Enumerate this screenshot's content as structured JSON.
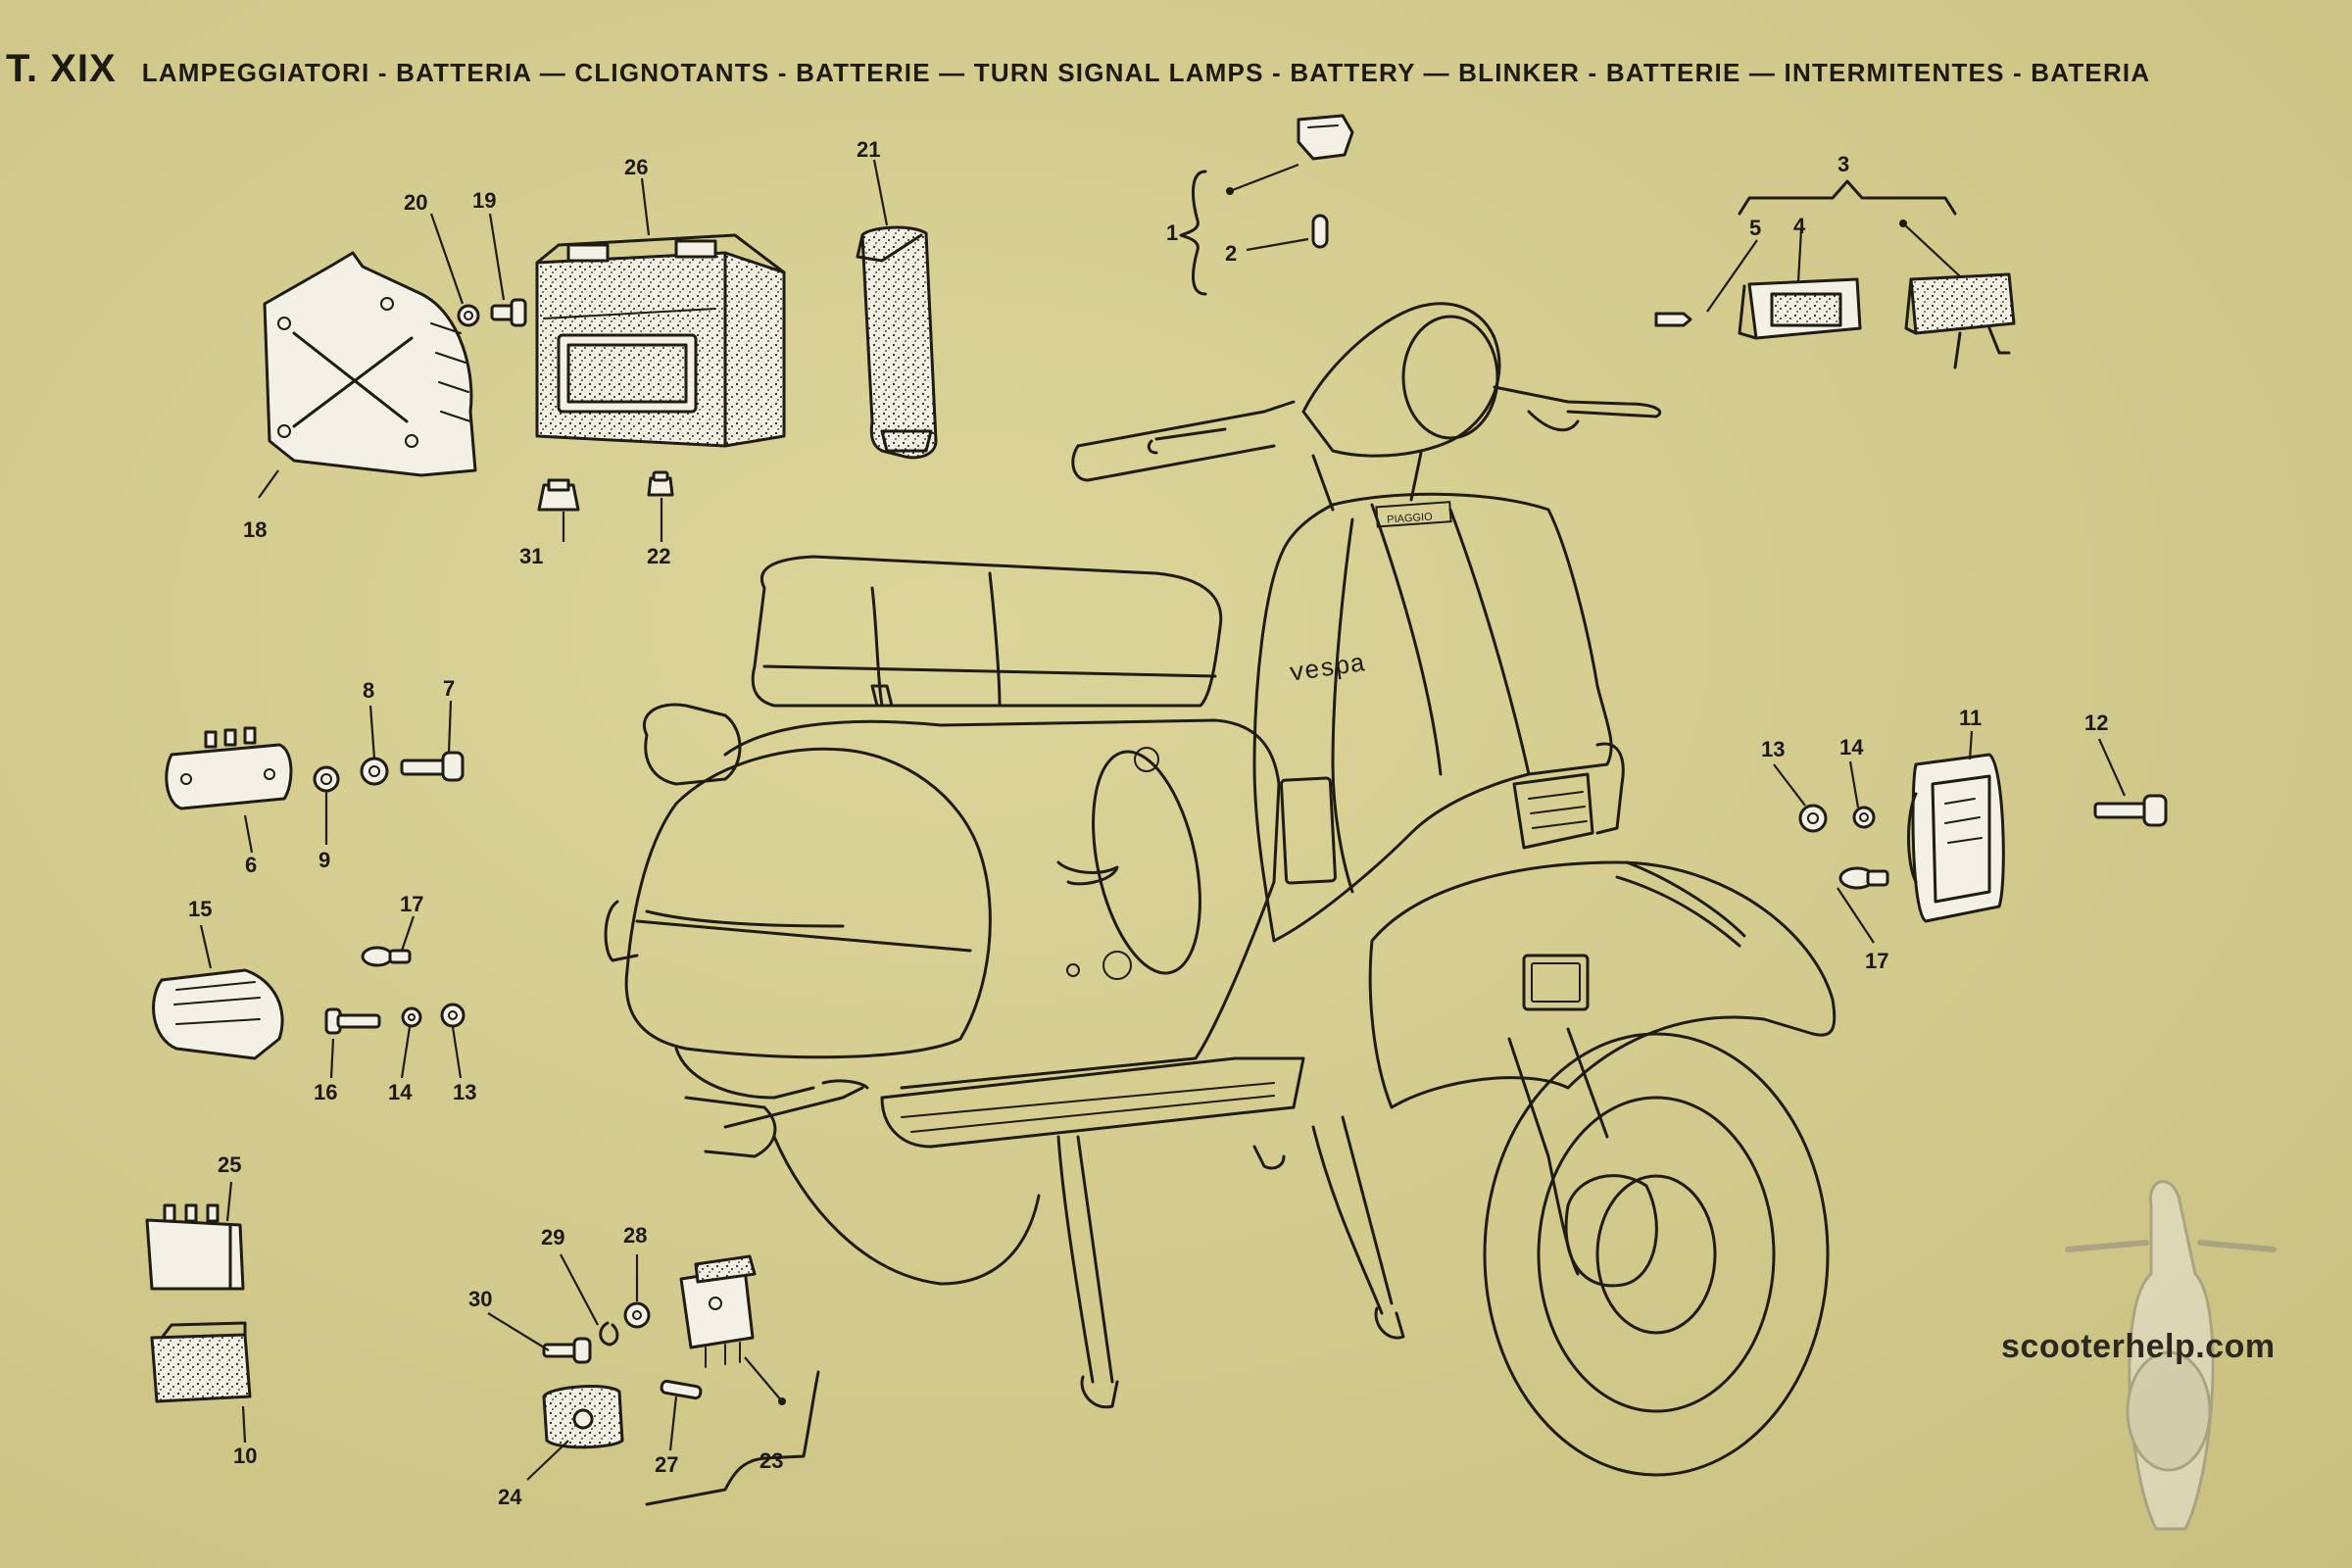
{
  "header": {
    "plate_number": "T. XIX",
    "title": "LAMPEGGIATORI - BATTERIA — CLIGNOTANTS - BATTERIE — TURN SIGNAL LAMPS - BATTERY — BLINKER - BATTERIE — INTERMITENTES - BATERIA"
  },
  "scooter": {
    "brand_script": "vespa",
    "badge_text": "PIAGGIO"
  },
  "callouts": {
    "p1": "1",
    "p2": "2",
    "p3": "3",
    "p4": "4",
    "p5": "5",
    "p6": "6",
    "p7": "7",
    "p8": "8",
    "p9": "9",
    "p10": "10",
    "p11": "11",
    "p12": "12",
    "p13": "13",
    "p13b": "13",
    "p14": "14",
    "p14b": "14",
    "p15": "15",
    "p16": "16",
    "p17": "17",
    "p17b": "17",
    "p18": "18",
    "p19": "19",
    "p20": "20",
    "p21": "21",
    "p22": "22",
    "p23": "23",
    "p24": "24",
    "p25": "25",
    "p26": "26",
    "p27": "27",
    "p28": "28",
    "p29": "29",
    "p30": "30",
    "p31": "31"
  },
  "watermark": "scooterhelp.com",
  "colors": {
    "paper": "#d4cc8f",
    "ink": "#1f1c14",
    "part_fill": "#f3f0e6"
  }
}
